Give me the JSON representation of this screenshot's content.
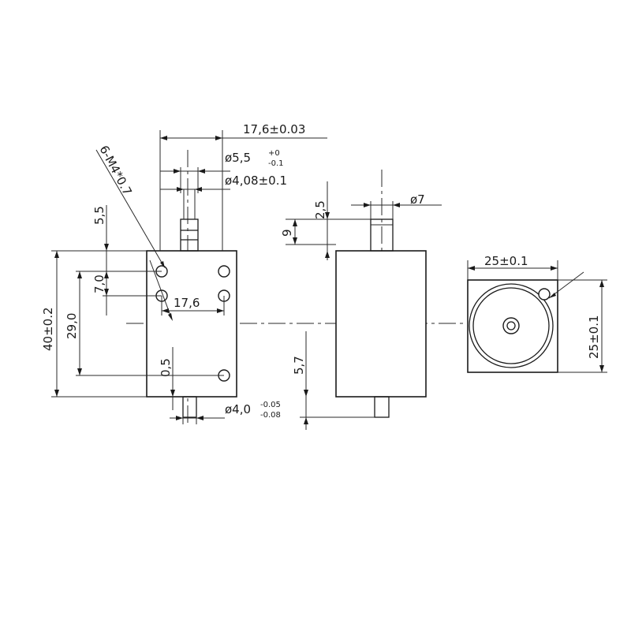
{
  "dimensions": {
    "top_width": "17,6±0.03",
    "shaft_diameter": "ø5,5",
    "shaft_diameter_tol_upper": "+0",
    "shaft_diameter_tol_lower": "-0.1",
    "shaft_neck_diameter": "ø4,08±0.1",
    "thread_callout": "6-M4*0.7",
    "top_offset": "5,5",
    "hole_spacing_vertical": "7,0",
    "height": "40±0.2",
    "hole_span": "29,0",
    "hole_spacing_horizontal": "17,6",
    "bottom_offset": "0,5",
    "bottom_shaft_diameter": "ø4,0",
    "bottom_shaft_tol_upper": "-0.05",
    "bottom_shaft_tol_lower": "-0.08",
    "side_shaft_length": "2,5",
    "side_shaft_diameter": "ø7",
    "side_top_length": "9",
    "side_bottom_length": "5,7",
    "end_width": "25±0.1",
    "end_height": "25±0.1"
  }
}
